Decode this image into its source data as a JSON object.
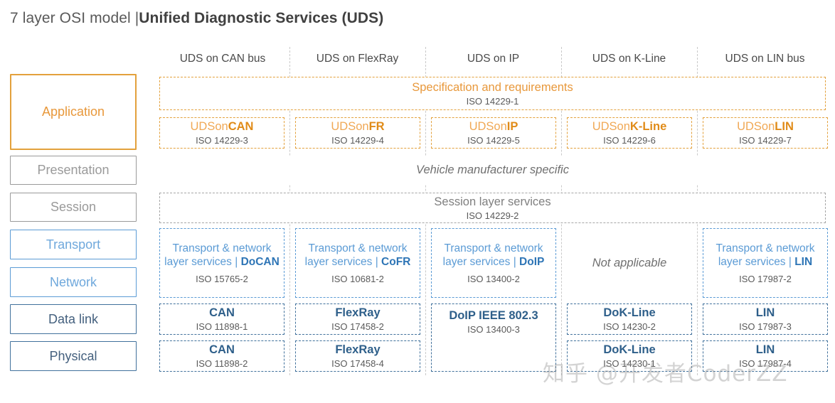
{
  "title": {
    "plain": "7 layer OSI model |",
    "bold": "Unified Diagnostic Services (UDS)"
  },
  "columns": [
    {
      "label": "UDS on CAN bus"
    },
    {
      "label": "UDS on FlexRay"
    },
    {
      "label": "UDS on IP"
    },
    {
      "label": "UDS on K-Line"
    },
    {
      "label": "UDS on LIN bus"
    }
  ],
  "osi_layers": [
    {
      "label": "Application",
      "style": "orange"
    },
    {
      "label": "Presentation",
      "style": "gray"
    },
    {
      "label": "Session",
      "style": "gray"
    },
    {
      "label": "Transport",
      "style": "blue-light"
    },
    {
      "label": "Network",
      "style": "blue-light"
    },
    {
      "label": "Data link",
      "style": "blue-dark"
    },
    {
      "label": "Physical",
      "style": "blue-dark"
    }
  ],
  "spanning": {
    "specification": {
      "title": "Specification and requirements",
      "iso": "ISO 14229-1"
    },
    "vehicle_specific": {
      "text": "Vehicle manufacturer specific"
    },
    "session_services": {
      "title": "Session layer services",
      "iso": "ISO 14229-2"
    },
    "not_applicable": {
      "text": "Not applicable"
    }
  },
  "application_row": [
    {
      "prefix": "UDSon",
      "suffix": "CAN",
      "iso": "ISO 14229-3"
    },
    {
      "prefix": "UDSon",
      "suffix": "FR",
      "iso": "ISO 14229-4"
    },
    {
      "prefix": "UDSon",
      "suffix": "IP",
      "iso": "ISO 14229-5"
    },
    {
      "prefix": "UDSon",
      "suffix": "K-Line",
      "iso": "ISO 14229-6"
    },
    {
      "prefix": "UDSon",
      "suffix": "LIN",
      "iso": "ISO 14229-7"
    }
  ],
  "transport_row": [
    {
      "prefix": "Transport & network layer services | ",
      "suffix": "DoCAN",
      "iso": "ISO 15765-2"
    },
    {
      "prefix": "Transport & network layer services | ",
      "suffix": "CoFR",
      "iso": "ISO 10681-2"
    },
    {
      "prefix": "Transport & network layer services | ",
      "suffix": "DoIP",
      "iso": "ISO 13400-2"
    },
    {
      "prefix": "",
      "suffix": "",
      "iso": ""
    },
    {
      "prefix": "Transport & network layer services | ",
      "suffix": "LIN",
      "iso": "ISO 17987-2"
    }
  ],
  "datalink_row": [
    {
      "name": "CAN",
      "iso": "ISO 11898-1"
    },
    {
      "name": "FlexRay",
      "iso": "ISO 17458-2"
    },
    {
      "name": "DoIP IEEE 802.3",
      "iso": "ISO 13400-3"
    },
    {
      "name": "DoK-Line",
      "iso": "ISO 14230-2"
    },
    {
      "name": "LIN",
      "iso": "ISO 17987-3"
    }
  ],
  "physical_row": [
    {
      "name": "CAN",
      "iso": "ISO 11898-2"
    },
    {
      "name": "FlexRay",
      "iso": "ISO 17458-4"
    },
    {
      "name": "",
      "iso": ""
    },
    {
      "name": "DoK-Line",
      "iso": "ISO 14230-1"
    },
    {
      "name": "LIN",
      "iso": "ISO 17987-4"
    }
  ],
  "watermark": {
    "text": "知乎 @开发者CoderZZ"
  },
  "colors": {
    "orange_border": "#E3A13C",
    "orange_text": "#E8983B",
    "orange_bold": "#E08B18",
    "gray_border": "#9a9a9a",
    "blue_light": "#5B9BD5",
    "blue_dark": "#41719C",
    "blue_bold": "#2E75B6",
    "title_gray": "#595959"
  }
}
